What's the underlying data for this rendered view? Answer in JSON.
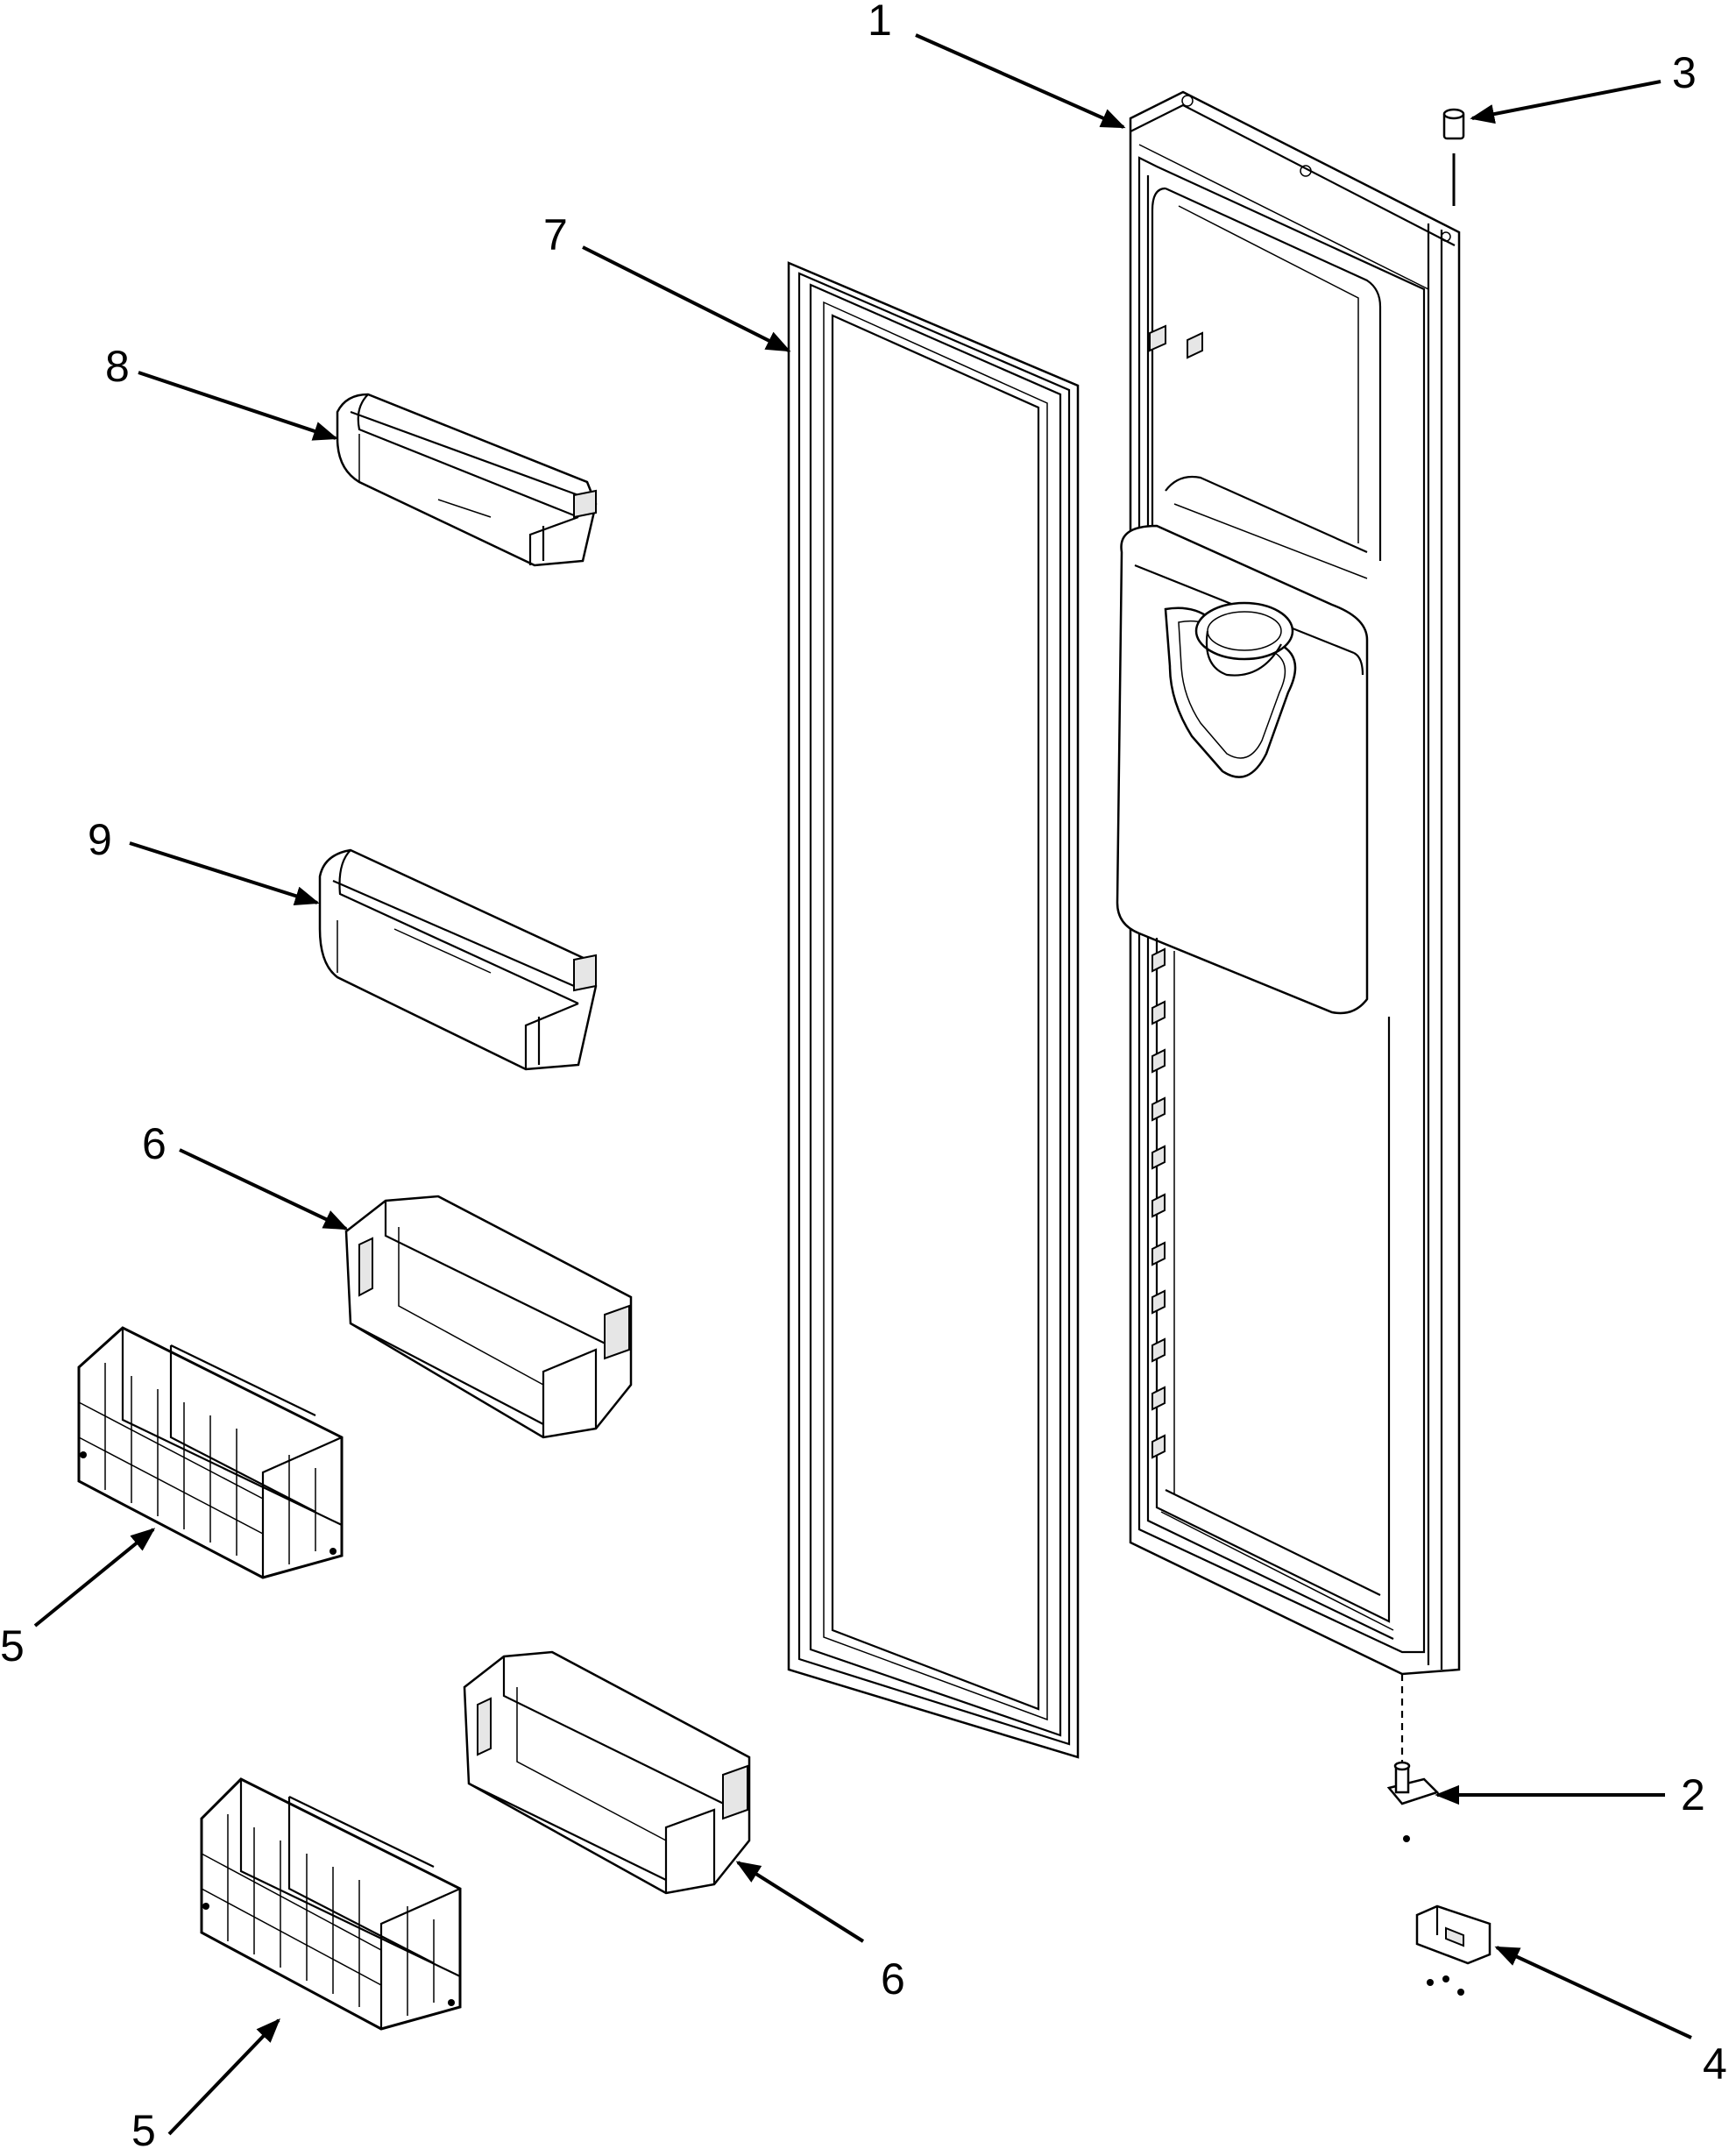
{
  "callouts": {
    "door": "1",
    "bottom_hinge": "2",
    "top_bushing": "3",
    "hinge_bracket": "4",
    "wire_basket_upper": "5",
    "wire_basket_lower": "5",
    "bin_middle": "6",
    "bin_lower": "6",
    "gasket": "7",
    "shelf_top": "8",
    "shelf_second": "9"
  }
}
